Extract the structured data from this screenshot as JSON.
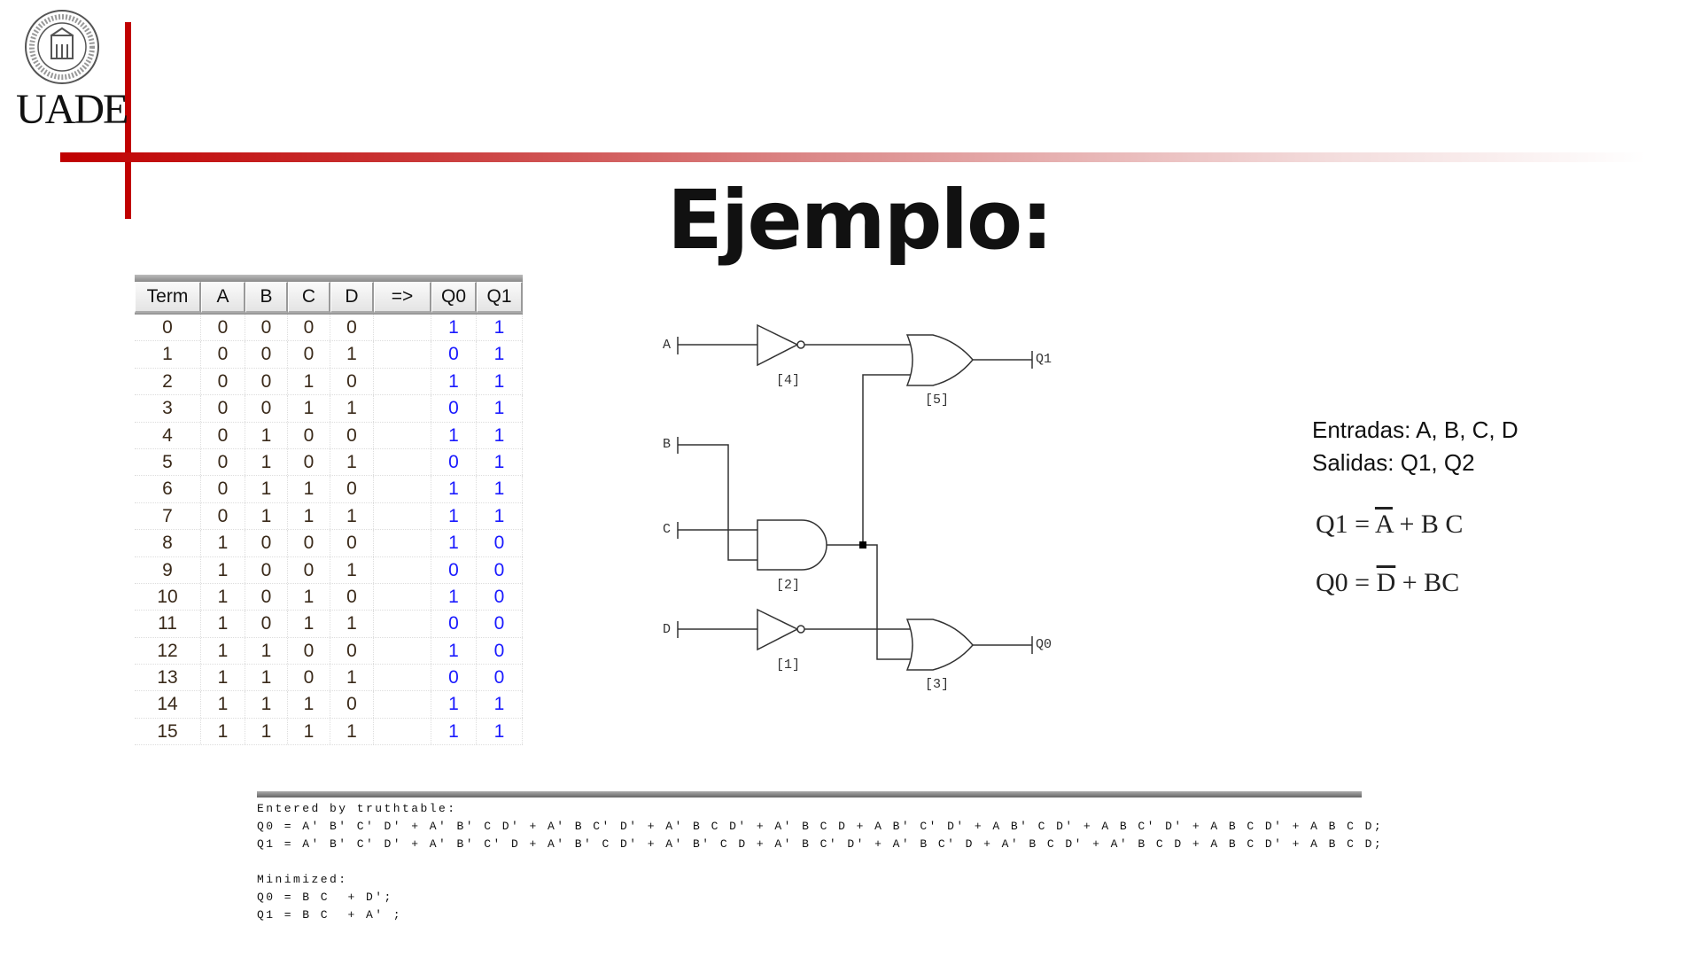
{
  "logo": {
    "text": "UADE",
    "seal_text": "UNIVERSIDAD ARGENTINA DE LA EMPRESA"
  },
  "title": "Ejemplo:",
  "table": {
    "headers": [
      "Term",
      "A",
      "B",
      "C",
      "D",
      "=>",
      "Q0",
      "Q1"
    ],
    "rows": [
      [
        "0",
        "0",
        "0",
        "0",
        "0",
        "",
        "1",
        "1"
      ],
      [
        "1",
        "0",
        "0",
        "0",
        "1",
        "",
        "0",
        "1"
      ],
      [
        "2",
        "0",
        "0",
        "1",
        "0",
        "",
        "1",
        "1"
      ],
      [
        "3",
        "0",
        "0",
        "1",
        "1",
        "",
        "0",
        "1"
      ],
      [
        "4",
        "0",
        "1",
        "0",
        "0",
        "",
        "1",
        "1"
      ],
      [
        "5",
        "0",
        "1",
        "0",
        "1",
        "",
        "0",
        "1"
      ],
      [
        "6",
        "0",
        "1",
        "1",
        "0",
        "",
        "1",
        "1"
      ],
      [
        "7",
        "0",
        "1",
        "1",
        "1",
        "",
        "1",
        "1"
      ],
      [
        "8",
        "1",
        "0",
        "0",
        "0",
        "",
        "1",
        "0"
      ],
      [
        "9",
        "1",
        "0",
        "0",
        "1",
        "",
        "0",
        "0"
      ],
      [
        "10",
        "1",
        "0",
        "1",
        "0",
        "",
        "1",
        "0"
      ],
      [
        "11",
        "1",
        "0",
        "1",
        "1",
        "",
        "0",
        "0"
      ],
      [
        "12",
        "1",
        "1",
        "0",
        "0",
        "",
        "1",
        "0"
      ],
      [
        "13",
        "1",
        "1",
        "0",
        "1",
        "",
        "0",
        "0"
      ],
      [
        "14",
        "1",
        "1",
        "1",
        "0",
        "",
        "1",
        "1"
      ],
      [
        "15",
        "1",
        "1",
        "1",
        "1",
        "",
        "1",
        "1"
      ]
    ]
  },
  "circuit": {
    "inputs": [
      "A",
      "B",
      "C",
      "D"
    ],
    "outputs": [
      "Q1",
      "Q0"
    ],
    "gates": [
      "[4]",
      "[5]",
      "[2]",
      "[1]",
      "[3]"
    ]
  },
  "info": {
    "inputs": "Entradas: A, B, C, D",
    "outputs": "Salidas: Q1, Q2",
    "eq1": {
      "lhs": "Q1 = ",
      "neg": "A",
      "rhs": " + B C"
    },
    "eq0": {
      "lhs": "Q0 = ",
      "neg": "D",
      "rhs": " + BC"
    }
  },
  "output": {
    "header": "Entered by truthtable:",
    "q0": "Q0 = A' B' C' D' + A' B' C D' + A' B C' D' + A' B C D' + A' B C D + A B' C' D' + A B' C D' + A B C' D' + A B C D' + A B C D;",
    "q1": "Q1 = A' B' C' D' + A' B' C' D + A' B' C D' + A' B' C D + A' B C' D' + A' B C' D + A' B C D' + A' B C D + A B C D' + A B C D;",
    "min_header": "Minimized:",
    "min_q0": "Q0 = B C  + D';",
    "min_q1": "Q1 = B C  + A' ;"
  }
}
